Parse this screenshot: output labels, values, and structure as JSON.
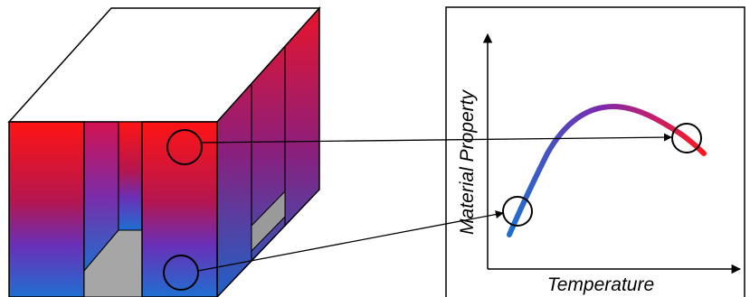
{
  "graph": {
    "xlabel": "Temperature",
    "ylabel": "Material Property"
  },
  "colors": {
    "hot": "#ff1a1a",
    "cool": "#1f6fd0",
    "mid": "#7a2ab0",
    "gap": "#a6a6a6",
    "outline": "#000000"
  },
  "features": {
    "block_style": "3D cutaway, red at top fading to blue at bottom",
    "curve_shape": "rises from low temperature, peaks, then declines",
    "callout_markers": [
      "upper circle on block linked to high-temperature point",
      "lower circle on block linked to low-temperature point"
    ]
  }
}
